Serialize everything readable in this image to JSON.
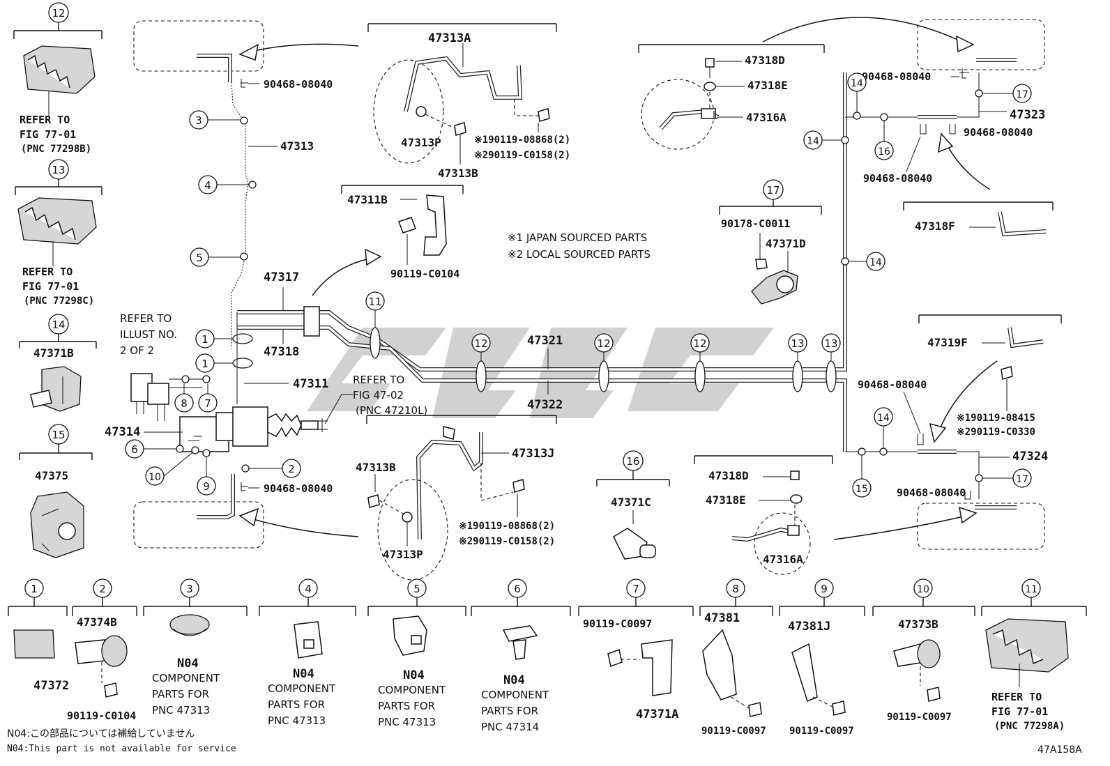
{
  "figure_code": "47A158A",
  "note_jp": "N04:この部品については補給していません",
  "note_en": "N04:This part is not available for service",
  "source_notes": [
    "※1 JAPAN SOURCED PARTS",
    "※2 LOCAL SOURCED PARTS"
  ],
  "nums": [
    "1",
    "2",
    "3",
    "4",
    "5",
    "6",
    "7",
    "8",
    "9",
    "10",
    "11",
    "12",
    "13",
    "14",
    "15",
    "16",
    "17"
  ],
  "refer_to": "REFER TO",
  "refer_illust": [
    "REFER TO",
    "ILLUST NO.",
    "2 OF 2"
  ],
  "refer_fig_47": [
    "REFER TO",
    "FIG 47-02",
    "(PNC 47210L)"
  ],
  "fig77": "FIG 77-01",
  "pnc_77298B": "(PNC 77298B)",
  "pnc_77298C": "(PNC 77298C)",
  "pnc_77298A": "(PNC 77298A)",
  "component_parts_for": [
    "COMPONENT",
    "PARTS FOR"
  ],
  "pnc_47313": "PNC 47313",
  "pnc_47314": "PNC 47314",
  "n04": "N04",
  "parts": {
    "p47313": "47313",
    "p47313A": "47313A",
    "p47313P": "47313P",
    "p47313B": "47313B",
    "p47313J": "47313J",
    "p47311": "47311",
    "p47311B": "47311B",
    "p47317": "47317",
    "p47318": "47318",
    "p47314": "47314",
    "p47321": "47321",
    "p47322": "47322",
    "p47318D": "47318D",
    "p47318E": "47318E",
    "p47316A": "47316A",
    "p47371D": "47371D",
    "p47323": "47323",
    "p47318F": "47318F",
    "p47319F": "47319F",
    "p47324": "47324",
    "p47371B": "47371B",
    "p47375": "47375",
    "p47372": "47372",
    "p47374B": "47374B",
    "p47371C": "47371C",
    "p47381": "47381",
    "p47381J": "47381J",
    "p47373B": "47373B",
    "p47371A": "47371A",
    "b90468_08040": "90468-08040",
    "b90119_C0104": "90119-C0104",
    "b90178_C0011": "90178-C0011",
    "b90119_C0097": "90119-C0097",
    "x190119_08868": "※190119-08868(2)",
    "x290119_C0158": "※290119-C0158(2)",
    "x190119_08415": "※190119-08415",
    "x290119_C0330": "※290119-C0330"
  }
}
